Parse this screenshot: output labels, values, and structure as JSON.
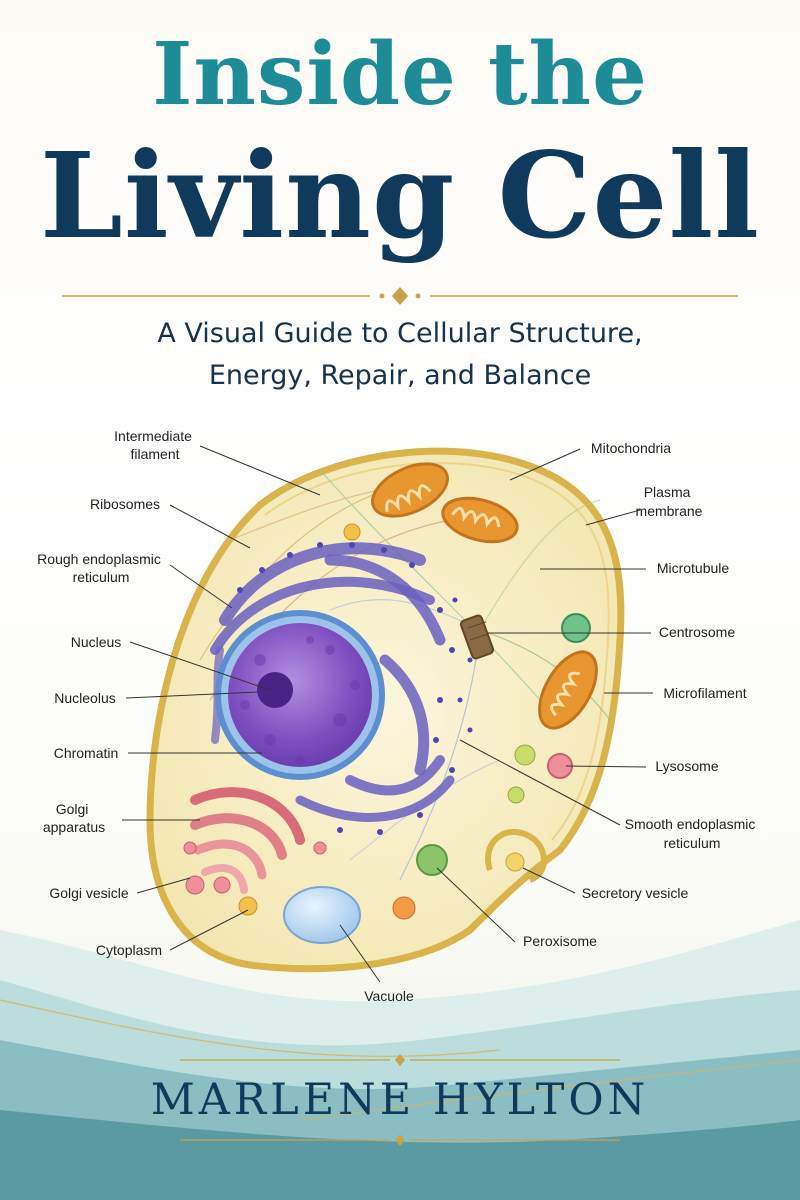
{
  "cover": {
    "title_line1": "Inside the",
    "title_line2": "Living Cell",
    "subtitle_line1": "A Visual Guide to Cellular Structure,",
    "subtitle_line2": "Energy, Repair, and Balance",
    "author": "MARLENE HYLTON"
  },
  "labels": {
    "intermediate_filament": [
      "Intermediate",
      "filament"
    ],
    "ribosomes": "Ribosomes",
    "rough_er": [
      "Rough endoplasmic",
      "reticulum"
    ],
    "nucleus": "Nucleus",
    "nucleolus": "Nucleolus",
    "chromatin": "Chromatin",
    "golgi_apparatus": [
      "Golgi",
      "apparatus"
    ],
    "golgi_vesicle": "Golgi vesicle",
    "cytoplasm": "Cytoplasm",
    "vacuole": "Vacuole",
    "mitochondria": "Mitochondria",
    "plasma_membrane": [
      "Plasma",
      "membrane"
    ],
    "microtubule": "Microtubule",
    "centrosome": "Centrosome",
    "microfilament": "Microfilament",
    "lysosome": "Lysosome",
    "smooth_er": [
      "Smooth endoplasmic",
      "reticulum"
    ],
    "secretory_vesicle": "Secretory vesicle",
    "peroxisome": "Peroxisome"
  },
  "colors": {
    "title_teal": "#1d8c96",
    "title_navy": "#0f3a5c",
    "gold": "#c9a24a",
    "membrane": "#d9b44a",
    "cytoplasm": "#f7efc8",
    "nucleus": "#8a57c4",
    "er": "#6a5fc0",
    "mitochondria": "#e79630",
    "golgi": "#e07f86",
    "water": "#1f6f7a"
  }
}
